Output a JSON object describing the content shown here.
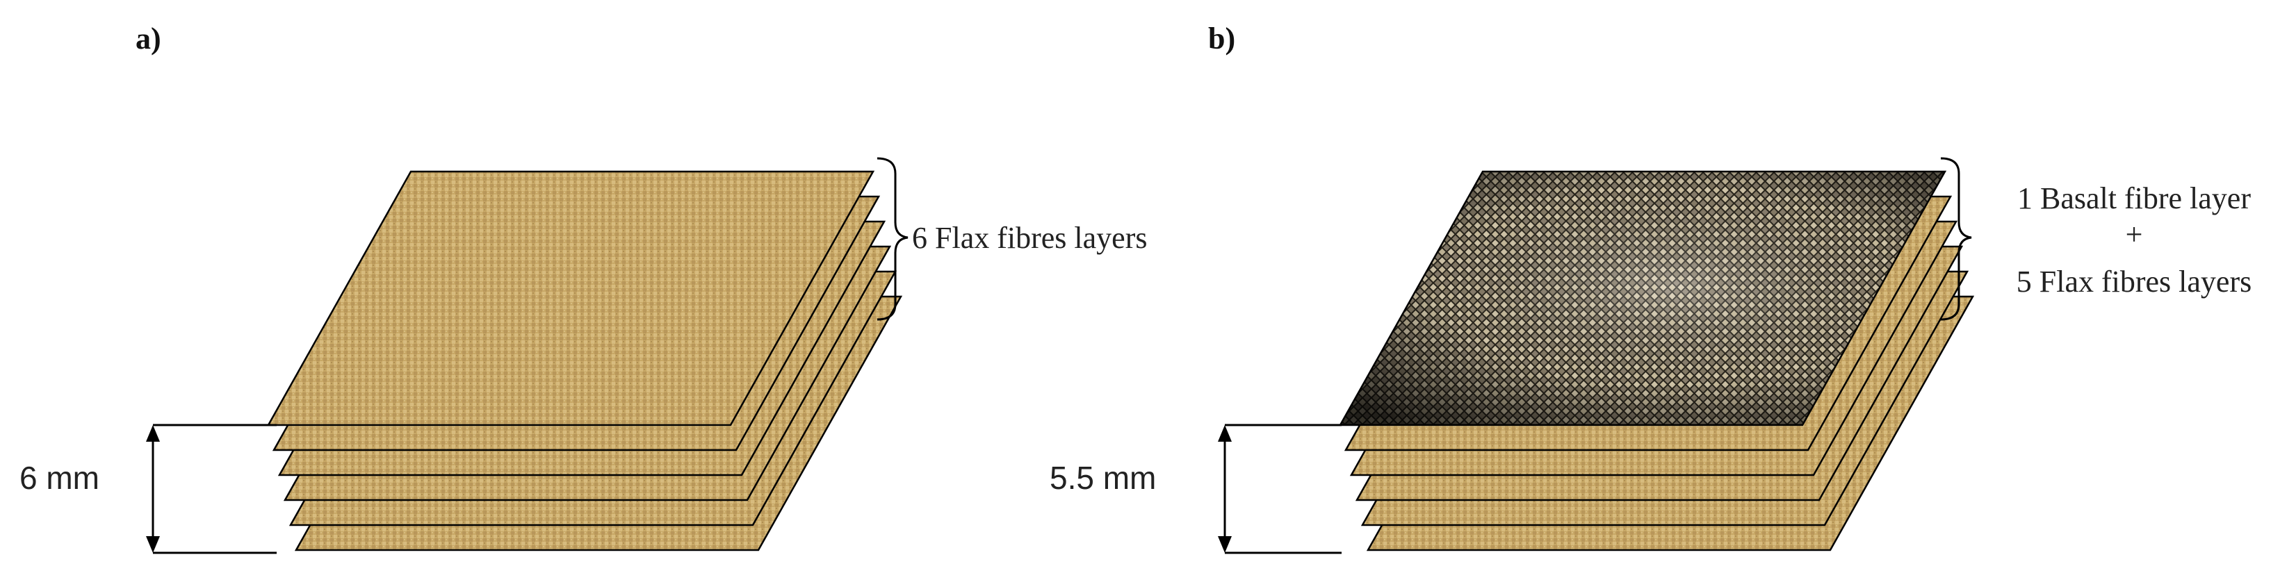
{
  "panel_a": {
    "label": "a)",
    "layer_count": 6,
    "layer_types": [
      "flax",
      "flax",
      "flax",
      "flax",
      "flax",
      "flax"
    ],
    "brace_text": "6 Flax fibres layers",
    "thickness": "6 mm"
  },
  "panel_b": {
    "label": "b)",
    "layer_count": 6,
    "layer_types": [
      "basalt",
      "flax",
      "flax",
      "flax",
      "flax",
      "flax"
    ],
    "brace_text_line1": "1 Basalt fibre layer",
    "brace_text_plus": "+",
    "brace_text_line2": "5 Flax fibres layers",
    "thickness": "5.5 mm"
  },
  "colors": {
    "flax": "#c9a968",
    "flax_dark": "#a8884a",
    "basalt_dark": "#1c1a14",
    "basalt_light": "#e8dcc0",
    "outline": "#000000"
  }
}
